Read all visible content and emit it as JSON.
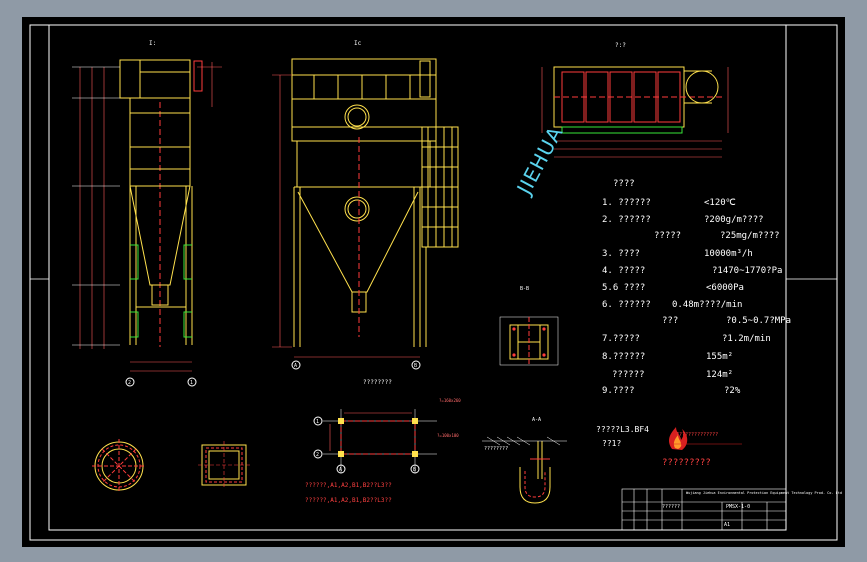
{
  "watermark": "JIEHUA",
  "views": {
    "side_title": "I:",
    "front_label": "Ic",
    "top_title": "?:?",
    "section_label": "B-B",
    "detail_label": "A-A"
  },
  "hopper_plan": {
    "title": "????????",
    "note_a": "?=160x260",
    "note_b": "?=100x100"
  },
  "notes": [
    "??????,A1,A2,B1,B2??L3??",
    "??????,A1,A2,B1,B2??L3??"
  ],
  "bottom_hint": "????????",
  "spec": {
    "title": "????",
    "rows": [
      {
        "label": "1. ??????",
        "value": "<120℃"
      },
      {
        "label": "2. ??????",
        "value": "?200g/m????"
      },
      {
        "label": "?????",
        "value": "?25mg/m????"
      },
      {
        "label": "3. ????",
        "value": "10000m³/h"
      },
      {
        "label": "4. ?????",
        "value": "?1470~1770?Pa"
      },
      {
        "label": "5.6 ????",
        "value": "<6000Pa"
      },
      {
        "label": "6. ??????",
        "value": "0.48m????/min"
      },
      {
        "label": "???",
        "value": "?0.5~0.7?MPa"
      },
      {
        "label": "7.?????",
        "value": "?1.2m/min"
      },
      {
        "label": "8.??????",
        "value": "155m²"
      },
      {
        "label": "??????",
        "value": "124m²"
      },
      {
        "label": "9.????",
        "value": "?2%"
      }
    ]
  },
  "bag_note": {
    "line1": "?????L3.BF4",
    "line2": "??1?"
  },
  "company": {
    "slogan": "?????????",
    "name_cn": "??????????????",
    "name_en": "Wujiang Jiehua Environmental Protection Equipment Technology Prod. Co. Ltd"
  },
  "title_block": {
    "drawing_no": "PMSX-1-0",
    "sheet_size": "A1",
    "label_main": "??????"
  }
}
